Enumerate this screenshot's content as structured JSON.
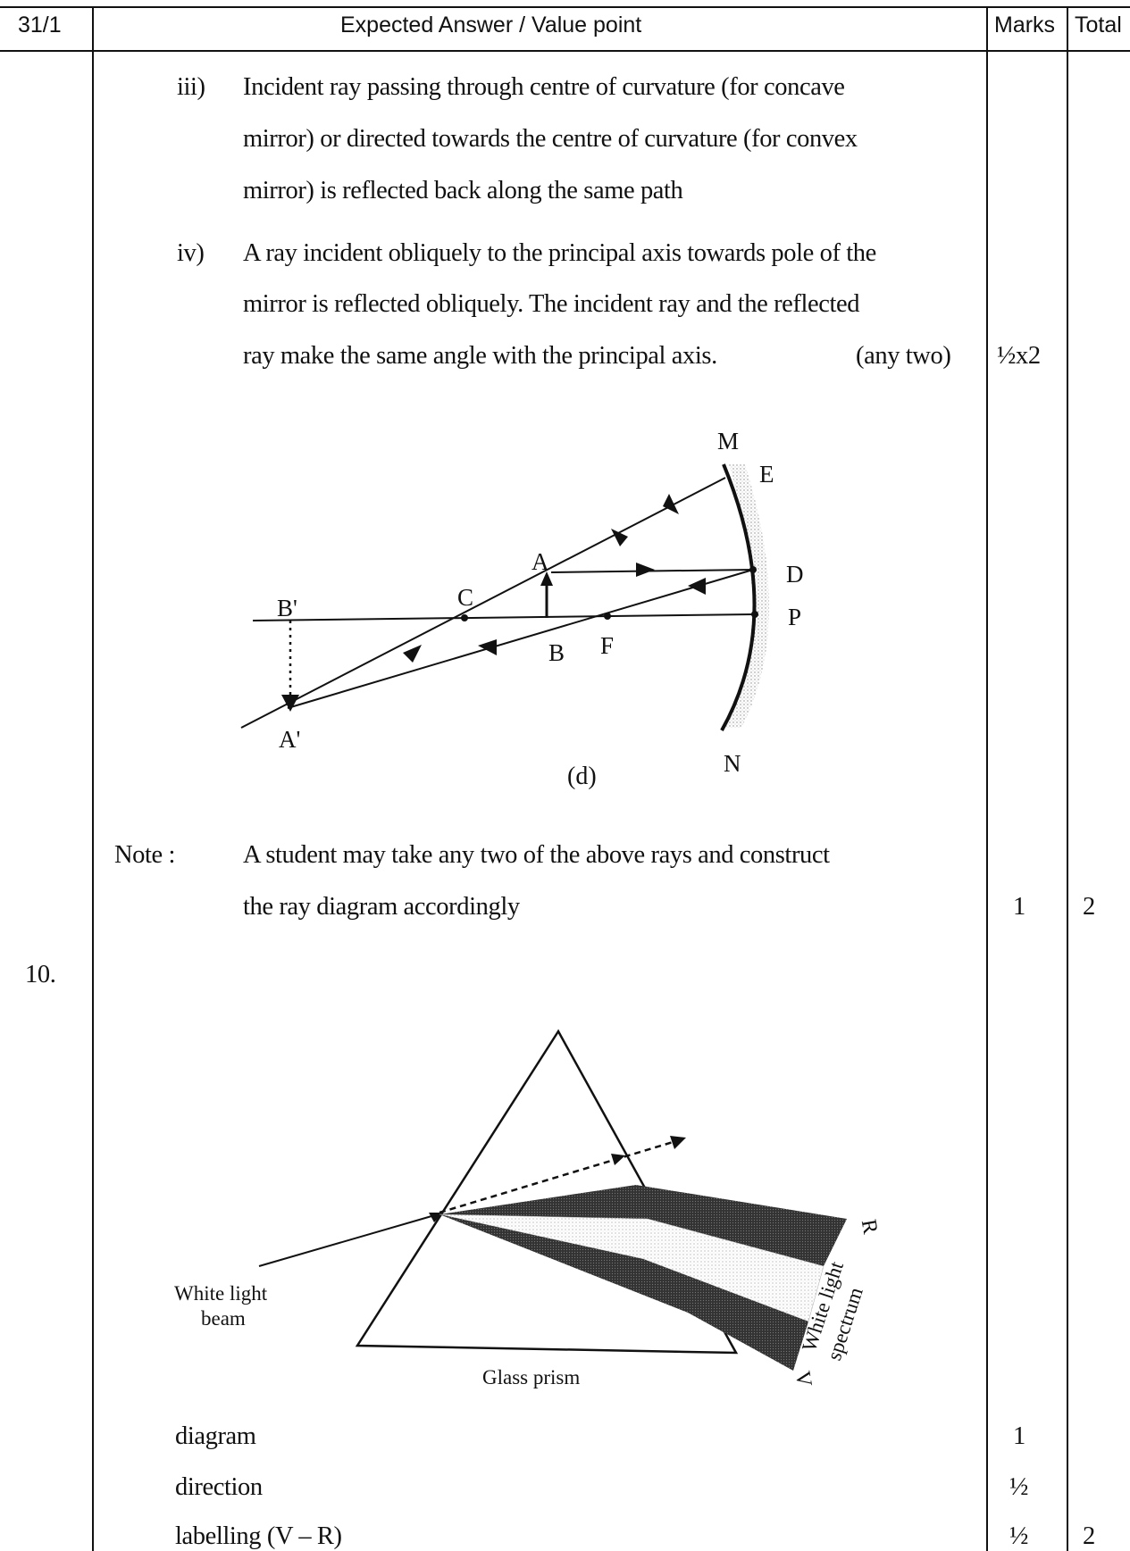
{
  "header": {
    "code": "31/1",
    "answer_col": "Expected Answer / Value point",
    "marks_col": "Marks",
    "total_col": "Total"
  },
  "rules": [
    {
      "num": "iii)",
      "lines": [
        "Incident ray passing through centre of curvature (for concave",
        "mirror) or directed towards the centre of curvature (for convex",
        "mirror) is reflected back along the same path"
      ]
    },
    {
      "num": "iv)",
      "lines": [
        "A ray incident obliquely to the principal axis towards pole of the",
        "mirror is reflected obliquely. The incident ray and the reflected",
        "ray make the same angle with the principal axis."
      ],
      "suffix": "(any two)",
      "marks": "½x2"
    }
  ],
  "mirror_diagram": {
    "labels": {
      "M": "M",
      "E": "E",
      "D": "D",
      "P": "P",
      "N": "N",
      "A": "A",
      "B": "B",
      "C": "C",
      "F": "F",
      "B_prime": "B'",
      "A_prime": "A'"
    },
    "caption": "(d)"
  },
  "note": {
    "label": "Note :",
    "lines": [
      "A student may take any two of the above rays and construct",
      "the ray diagram accordingly"
    ],
    "marks": "1",
    "total": "2"
  },
  "question_10": {
    "number": "10.",
    "prism_diagram": {
      "beam_label_1": "White light",
      "beam_label_2": "beam",
      "prism_label": "Glass prism",
      "R": "R",
      "V": "V",
      "spectrum_label_1": "White light",
      "spectrum_label_2": "spectrum"
    },
    "scheme": [
      {
        "item": "diagram",
        "marks": "1"
      },
      {
        "item": "direction",
        "marks": "½"
      },
      {
        "item": "labelling (V – R)",
        "marks": "½",
        "total": "2"
      }
    ]
  }
}
